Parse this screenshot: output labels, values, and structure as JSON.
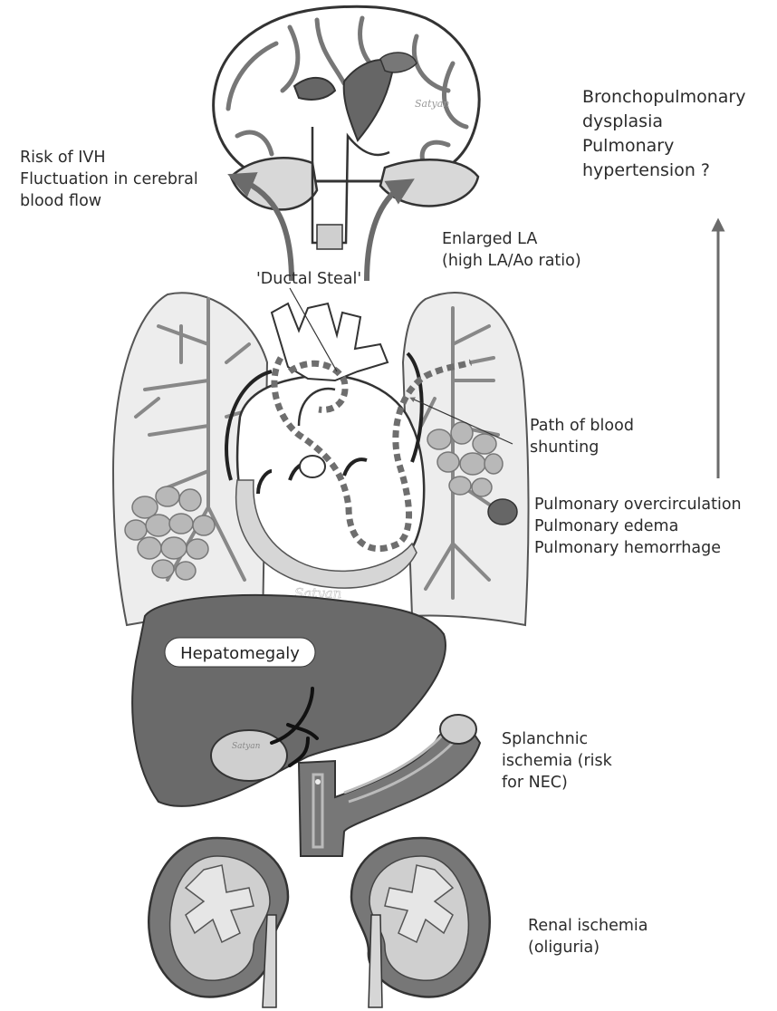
{
  "labels": {
    "ivh": {
      "line1": "Risk of IVH",
      "line2": "Fluctuation in cerebral",
      "line3": "blood flow"
    },
    "bpd": {
      "line1": "Bronchopulmonary",
      "line2": "dysplasia",
      "line3": "Pulmonary",
      "line4": "hypertension ?"
    },
    "la": {
      "line1": "Enlarged LA",
      "line2": "(high LA/Ao ratio)"
    },
    "steal": "'Ductal Steal'",
    "shunt": {
      "line1": "Path of blood",
      "line2": "shunting"
    },
    "pulm": {
      "line1": "Pulmonary overcirculation",
      "line2": "Pulmonary edema",
      "line3": "Pulmonary hemorrhage"
    },
    "liver": "Hepatomegaly",
    "splanchnic": {
      "line1": "Splanchnic",
      "line2": "ischemia (risk",
      "line3": "for NEC)"
    },
    "renal": {
      "line1": "Renal ischemia",
      "line2": "(oliguria)"
    }
  },
  "signatures": [
    "Satyan",
    "Satyan",
    "Satyan"
  ],
  "colors": {
    "outline": "#333333",
    "organ_light": "#d8d8d8",
    "organ_mid": "#8a8a8a",
    "organ_dark": "#666666",
    "lung_fill": "#ededed",
    "arrow": "#6b6b6b"
  }
}
